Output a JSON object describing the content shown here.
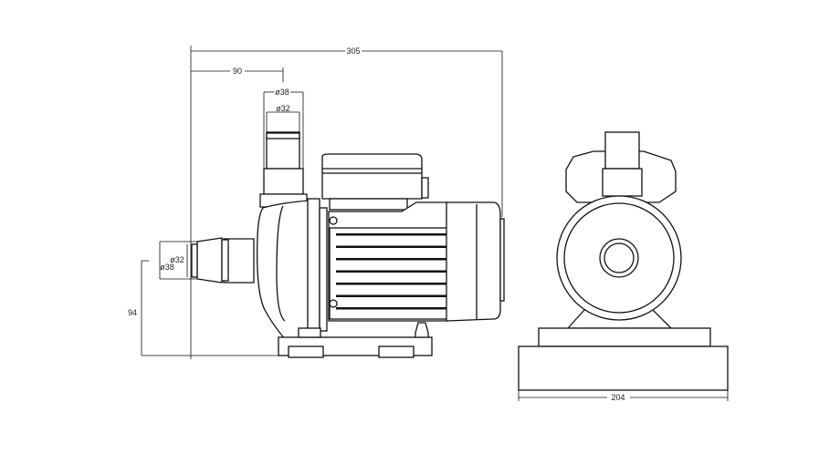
{
  "dimensions": {
    "overall_length": "305",
    "outlet_offset": "90",
    "outlet_outer_diameter": "ø38",
    "outlet_inner_diameter": "ø32",
    "inlet_outer_diameter": "ø38",
    "inlet_inner_diameter": "ø32",
    "inlet_height": "94",
    "base_width": "204"
  }
}
